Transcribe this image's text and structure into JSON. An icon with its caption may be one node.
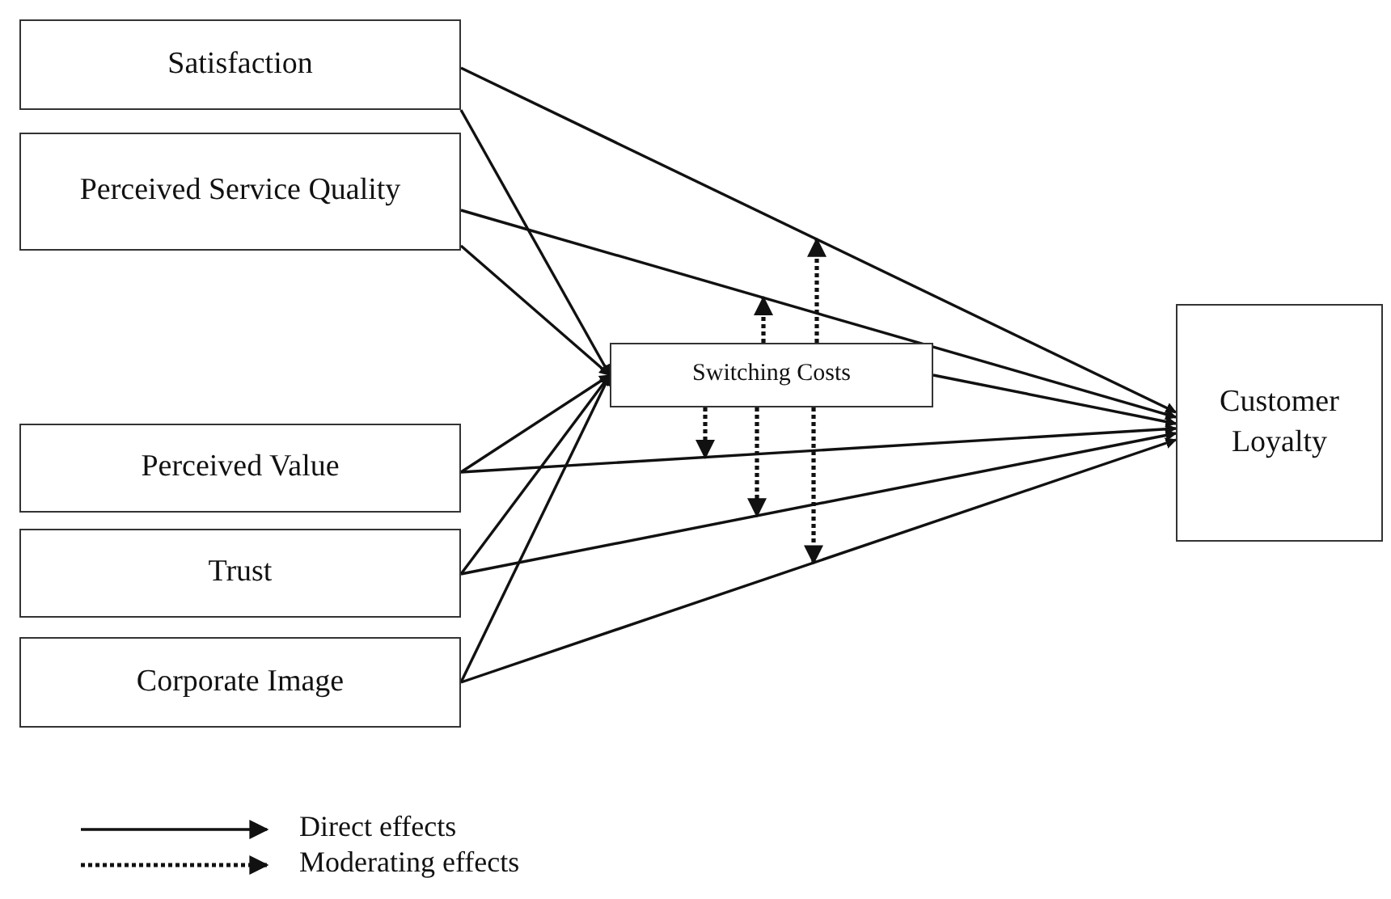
{
  "diagram": {
    "nodes": [
      {
        "text": [
          "Satisfaction"
        ]
      },
      {
        "text": [
          "Perceived Service Quality"
        ]
      },
      {
        "text": [
          "Perceived Value"
        ]
      },
      {
        "text": [
          "Trust"
        ]
      },
      {
        "text": [
          "Corporate Image"
        ]
      },
      {
        "text": [
          "Switching Costs"
        ]
      },
      {
        "text": [
          "Customer Loyalty"
        ]
      }
    ],
    "edges": [
      {
        "from": 0,
        "to": 5,
        "arrow": "to"
      },
      {
        "from": 1,
        "to": 5,
        "arrow": "to"
      },
      {
        "from": 2,
        "to": 5,
        "arrow": "to"
      },
      {
        "from": 3,
        "to": 5,
        "arrow": "to"
      },
      {
        "from": 4,
        "to": 5,
        "arrow": "to"
      },
      {
        "from": 0,
        "to": 6,
        "arrow": "to"
      },
      {
        "from": 1,
        "to": 6,
        "arrow": "to"
      },
      {
        "from": 2,
        "to": 6,
        "arrow": "to"
      },
      {
        "from": 3,
        "to": 6,
        "arrow": "to"
      },
      {
        "from": 4,
        "to": 6,
        "arrow": "to"
      },
      {
        "from": 5,
        "to": 6,
        "arrow": "to"
      },
      {
        "from": 5,
        "to": null,
        "arrow": "to",
        "style": "dashed"
      },
      {
        "from": 5,
        "to": null,
        "arrow": "to",
        "style": "dashed"
      },
      {
        "from": 5,
        "to": null,
        "arrow": "to",
        "style": "dashed"
      },
      {
        "from": 5,
        "to": null,
        "arrow": "to",
        "style": "dashed"
      },
      {
        "from": 5,
        "to": null,
        "arrow": "to",
        "style": "dashed"
      }
    ],
    "legend": [
      {
        "text": "Direct effects"
      },
      {
        "text": "Moderating effects"
      }
    ]
  }
}
